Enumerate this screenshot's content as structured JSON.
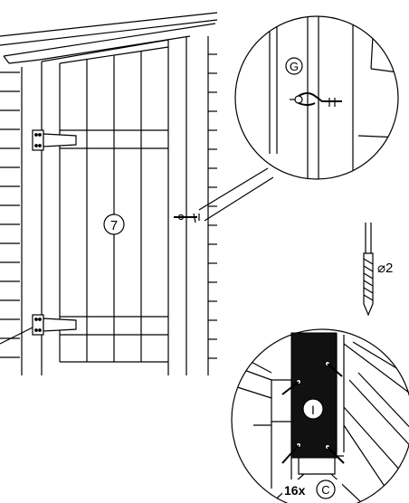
{
  "labels": {
    "door_part": "7",
    "hook_part": "G",
    "post_part": "I",
    "screw_part": "C",
    "screw_qty": "16x",
    "drill_size": "⌀2"
  },
  "icons": {
    "hinge": "hinge-icon",
    "hook_and_eye": "hook-eye-icon",
    "drill_bit": "drill-bit-icon",
    "screw": "screw-icon"
  },
  "colors": {
    "line": "#000000",
    "background": "#ffffff",
    "post_fill": "#111111"
  }
}
